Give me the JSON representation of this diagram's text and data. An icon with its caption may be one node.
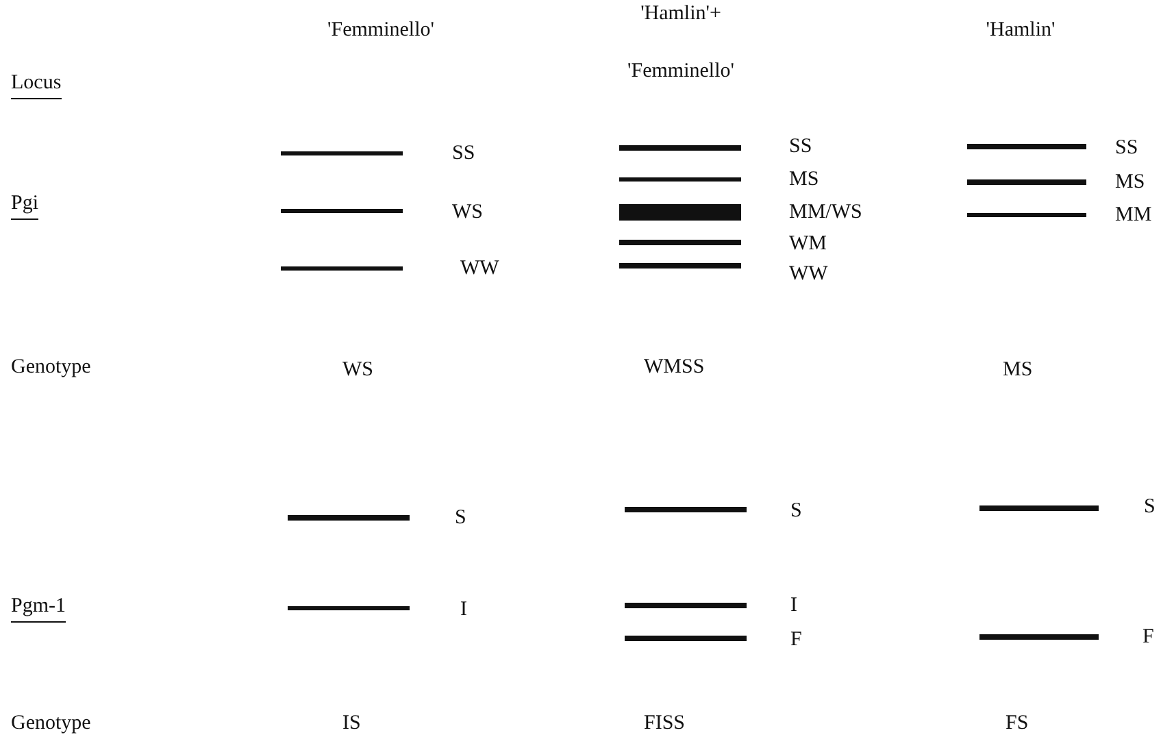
{
  "diagram": {
    "labels": [
      "'Femminello'",
      "'Hamlin'+ 'Femminello'",
      "'Hamlin'",
      "Locus",
      "SS",
      "SS",
      "SS",
      "Pgi",
      "MS",
      "MS",
      "WS",
      "MM/WS",
      "MM",
      "WM",
      "WW",
      "WW",
      "Genotype",
      "WS",
      "WMSS",
      "MS",
      "S",
      "S",
      "S",
      "Pgm-1",
      "I",
      "I",
      "F",
      "F",
      "Genotype",
      "IS",
      "FISS",
      "FS"
    ]
  }
}
